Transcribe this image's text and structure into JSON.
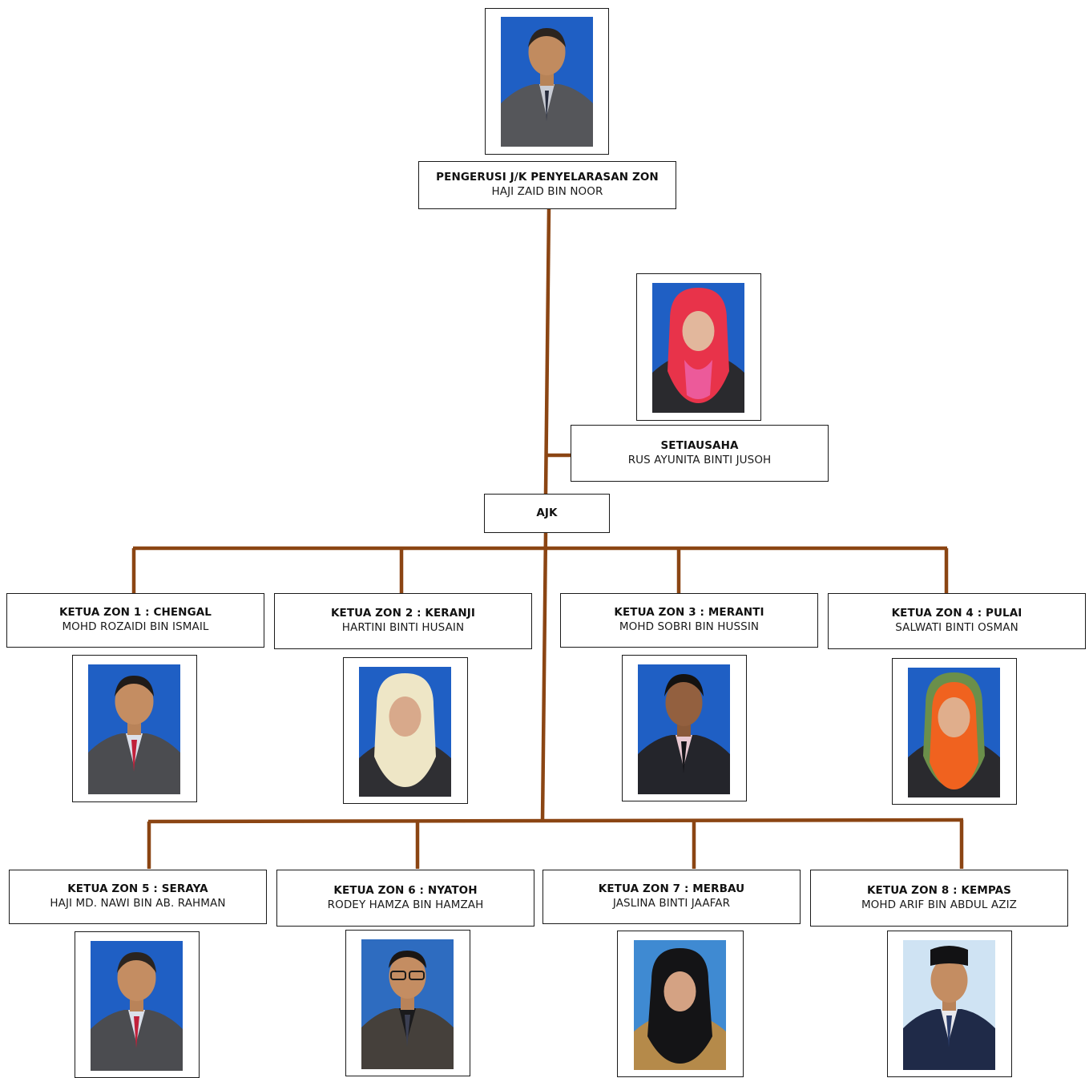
{
  "chairman": {
    "title": "PENGERUSI J/K PENYELARASAN ZON",
    "name": "HAJI ZAID BIN NOOR",
    "photo": "man-grey-jacket-portrait"
  },
  "secretary": {
    "title": "SETIAUSAHA",
    "name": "RUS AYUNITA BINTI JUSOH",
    "photo": "woman-red-hijab-portrait"
  },
  "committee": {
    "title": "AJK"
  },
  "zones": [
    {
      "title": "KETUA ZON 1 : CHENGAL",
      "name": "MOHD ROZAIDI BIN ISMAIL",
      "photo": "man-grey-jacket-portrait"
    },
    {
      "title": "KETUA ZON 2 : KERANJI",
      "name": "HARTINI BINTI HUSAIN",
      "photo": "woman-cream-hijab-portrait"
    },
    {
      "title": "KETUA ZON 3 : MERANTI",
      "name": "MOHD SOBRI BIN HUSSIN",
      "photo": "man-dark-suit-portrait"
    },
    {
      "title": "KETUA ZON 4 : PULAI",
      "name": "SALWATI BINTI OSMAN",
      "photo": "woman-orange-hijab-portrait"
    },
    {
      "title": "KETUA ZON 5 : SERAYA",
      "name": "HAJI MD. NAWI BIN AB. RAHMAN",
      "photo": "man-grey-jacket-portrait"
    },
    {
      "title": "KETUA ZON 6 : NYATOH",
      "name": "RODEY HAMZA BIN HAMZAH",
      "photo": "man-glasses-portrait"
    },
    {
      "title": "KETUA ZON 7 : MERBAU",
      "name": "JASLINA BINTI JAAFAR",
      "photo": "woman-black-hijab-portrait"
    },
    {
      "title": "KETUA ZON 8 : KEMPAS",
      "name": "MOHD ARIF BIN ABDUL AZIZ",
      "photo": "man-songkok-portrait"
    }
  ],
  "colors": {
    "connector": "#8B4513",
    "box_border": "#1a1a1a",
    "photo_backdrop_blue": "#1f5fc4"
  }
}
